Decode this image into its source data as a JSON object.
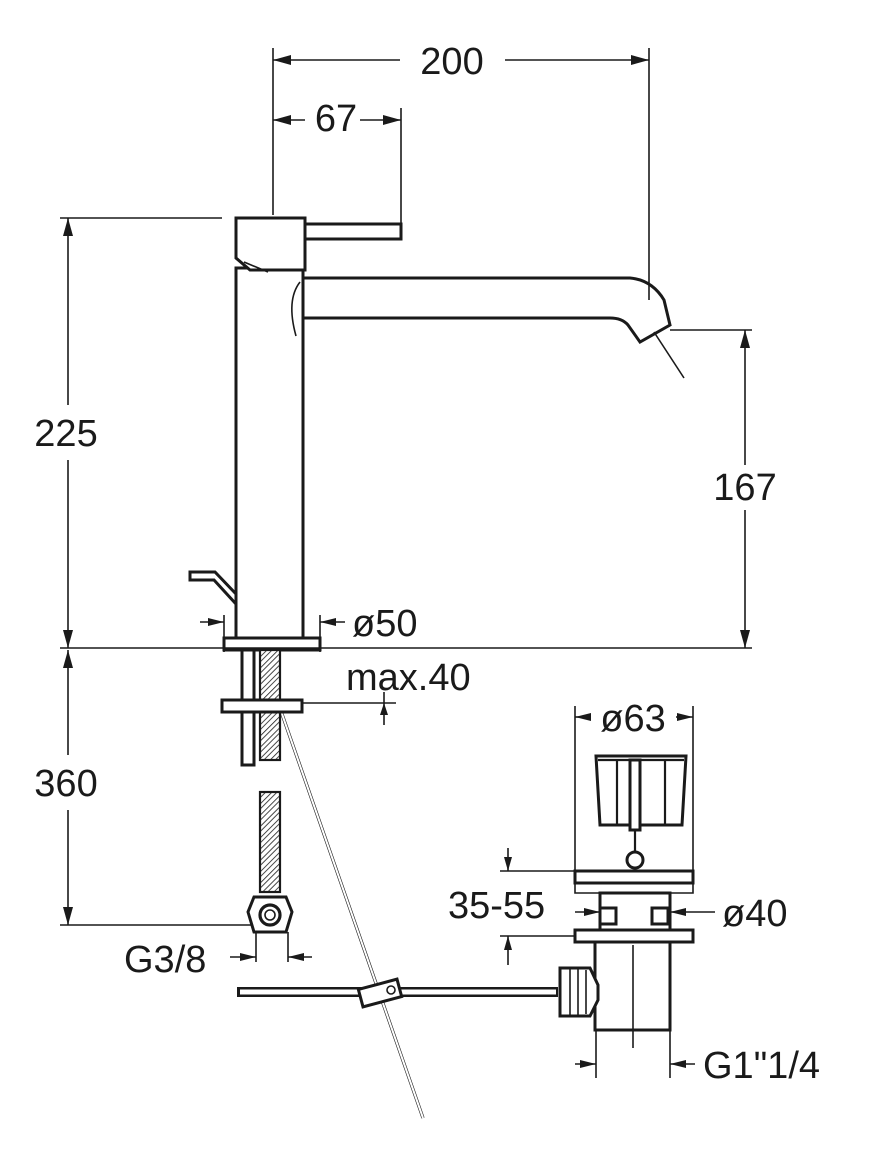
{
  "drawing": {
    "labels": {
      "width_total": "200",
      "lever_length": "67",
      "height_total": "225",
      "spout_height": "167",
      "base_diameter": "ø50",
      "deck_thickness": "max.40",
      "hose_length": "360",
      "hose_thread": "G3/8",
      "plug_diameter": "ø63",
      "waste_range": "35-55",
      "waste_hole_diameter": "ø40",
      "waste_thread": "G1\"1/4"
    }
  }
}
